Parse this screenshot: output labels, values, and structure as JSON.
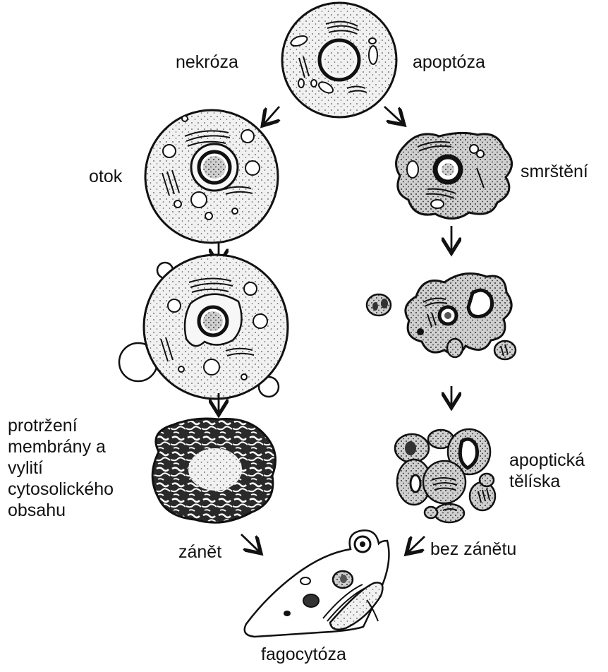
{
  "labels": {
    "necrosis": "nekróza",
    "apoptosis": "apoptóza",
    "swelling": "otok",
    "shrinkage": "smrštění",
    "rupture": "protržení\nmembrány a\nvylití\ncytosolického\nobsahu",
    "inflammation": "zánět",
    "apoptotic_bodies": "apoptická\ntělíska",
    "no_inflammation": "bez zánětu",
    "phagocytosis": "fagocytóza"
  },
  "colors": {
    "ink": "#111111",
    "cytoplasm_light": "#ededed",
    "cytoplasm_dark": "#c9c9c9",
    "background": "#ffffff"
  }
}
